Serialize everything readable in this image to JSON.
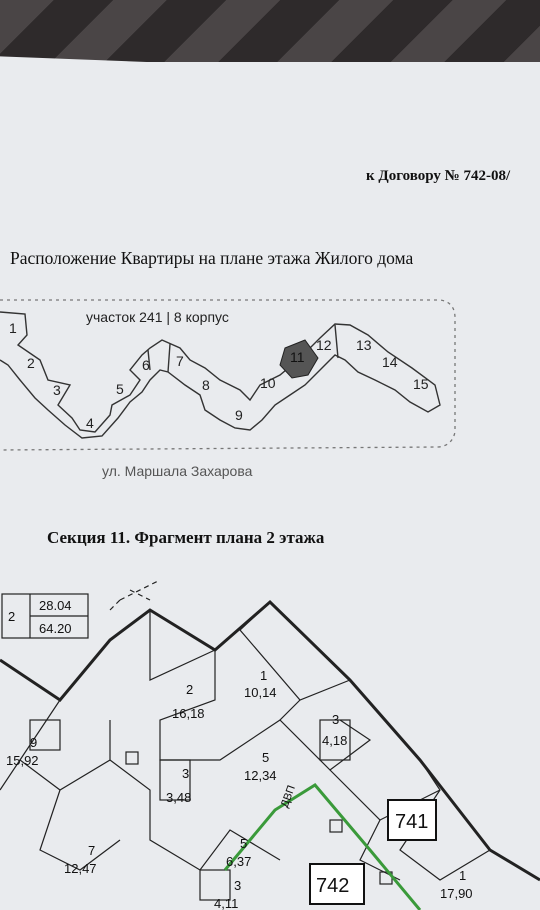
{
  "contract_ref": "к Договору №  742-08/",
  "heading": "Расположение Квартиры на плане этажа Жилого дома",
  "site_plan": {
    "label": "участок 241 | 8 корпус",
    "street": "ул. Маршала Захарова",
    "section_numbers": [
      "1",
      "2",
      "3",
      "4",
      "5",
      "6",
      "7",
      "8",
      "9",
      "10",
      "11",
      "12",
      "13",
      "14",
      "15"
    ],
    "highlighted_section": "11"
  },
  "section_title": "Секция 11. Фрагмент плана 2 этажа",
  "floor_plan": {
    "top_table": {
      "row_no": "2",
      "value1": "28.04",
      "value2": "64.20"
    },
    "rooms": [
      {
        "no": "1",
        "area": "10,14"
      },
      {
        "no": "2",
        "area": "16,18"
      },
      {
        "no": "3",
        "area": "4,18"
      },
      {
        "no": "5",
        "area": "12,34"
      },
      {
        "no": "3",
        "area": "3,48"
      },
      {
        "no": "9",
        "area": "15,92"
      },
      {
        "no": "7",
        "area": "12,47"
      },
      {
        "no": "5",
        "area": "6,37"
      },
      {
        "no": "1",
        "area": "17,90"
      },
      {
        "no": "3",
        "area": "4,11"
      }
    ],
    "apartments": [
      "741",
      "742"
    ],
    "door_tag": "ДВП"
  }
}
